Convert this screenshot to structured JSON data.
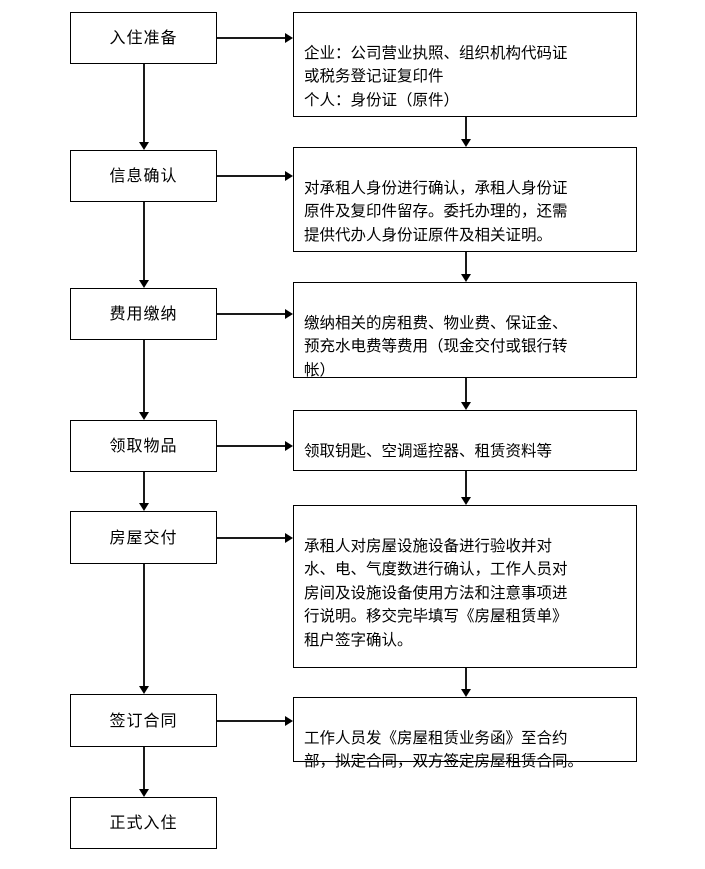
{
  "diagram": {
    "title": "入住流程图",
    "orientation": "vertical-two-column",
    "stages": [
      {
        "label": "入住准备"
      },
      {
        "label": "信息确认"
      },
      {
        "label": "费用缴纳"
      },
      {
        "label": "领取物品"
      },
      {
        "label": "房屋交付"
      },
      {
        "label": "签订合同"
      },
      {
        "label": "正式入住"
      }
    ],
    "details": [
      {
        "text": "企业：公司营业执照、组织机构代码证\n        或税务登记证复印件\n个人：身份证（原件）"
      },
      {
        "text": "对承租人身份进行确认，承租人身份证\n原件及复印件留存。委托办理的，还需\n提供代办人身份证原件及相关证明。"
      },
      {
        "text": "缴纳相关的房租费、物业费、保证金、\n预充水电费等费用（现金交付或银行转\n帐）"
      },
      {
        "text": "领取钥匙、空调遥控器、租赁资料等"
      },
      {
        "text": "承租人对房屋设施设备进行验收并对\n水、电、气度数进行确认，工作人员对\n房间及设施设备使用方法和注意事项进\n行说明。移交完毕填写《房屋租赁单》\n租户签字确认。"
      },
      {
        "text": "工作人员发《房屋租赁业务函》至合约\n部，拟定合同，双方签定房屋租赁合同。"
      }
    ],
    "colors": {
      "line": "#000000",
      "box_border": "#000000",
      "background": "#ffffff",
      "text": "#000000"
    }
  }
}
